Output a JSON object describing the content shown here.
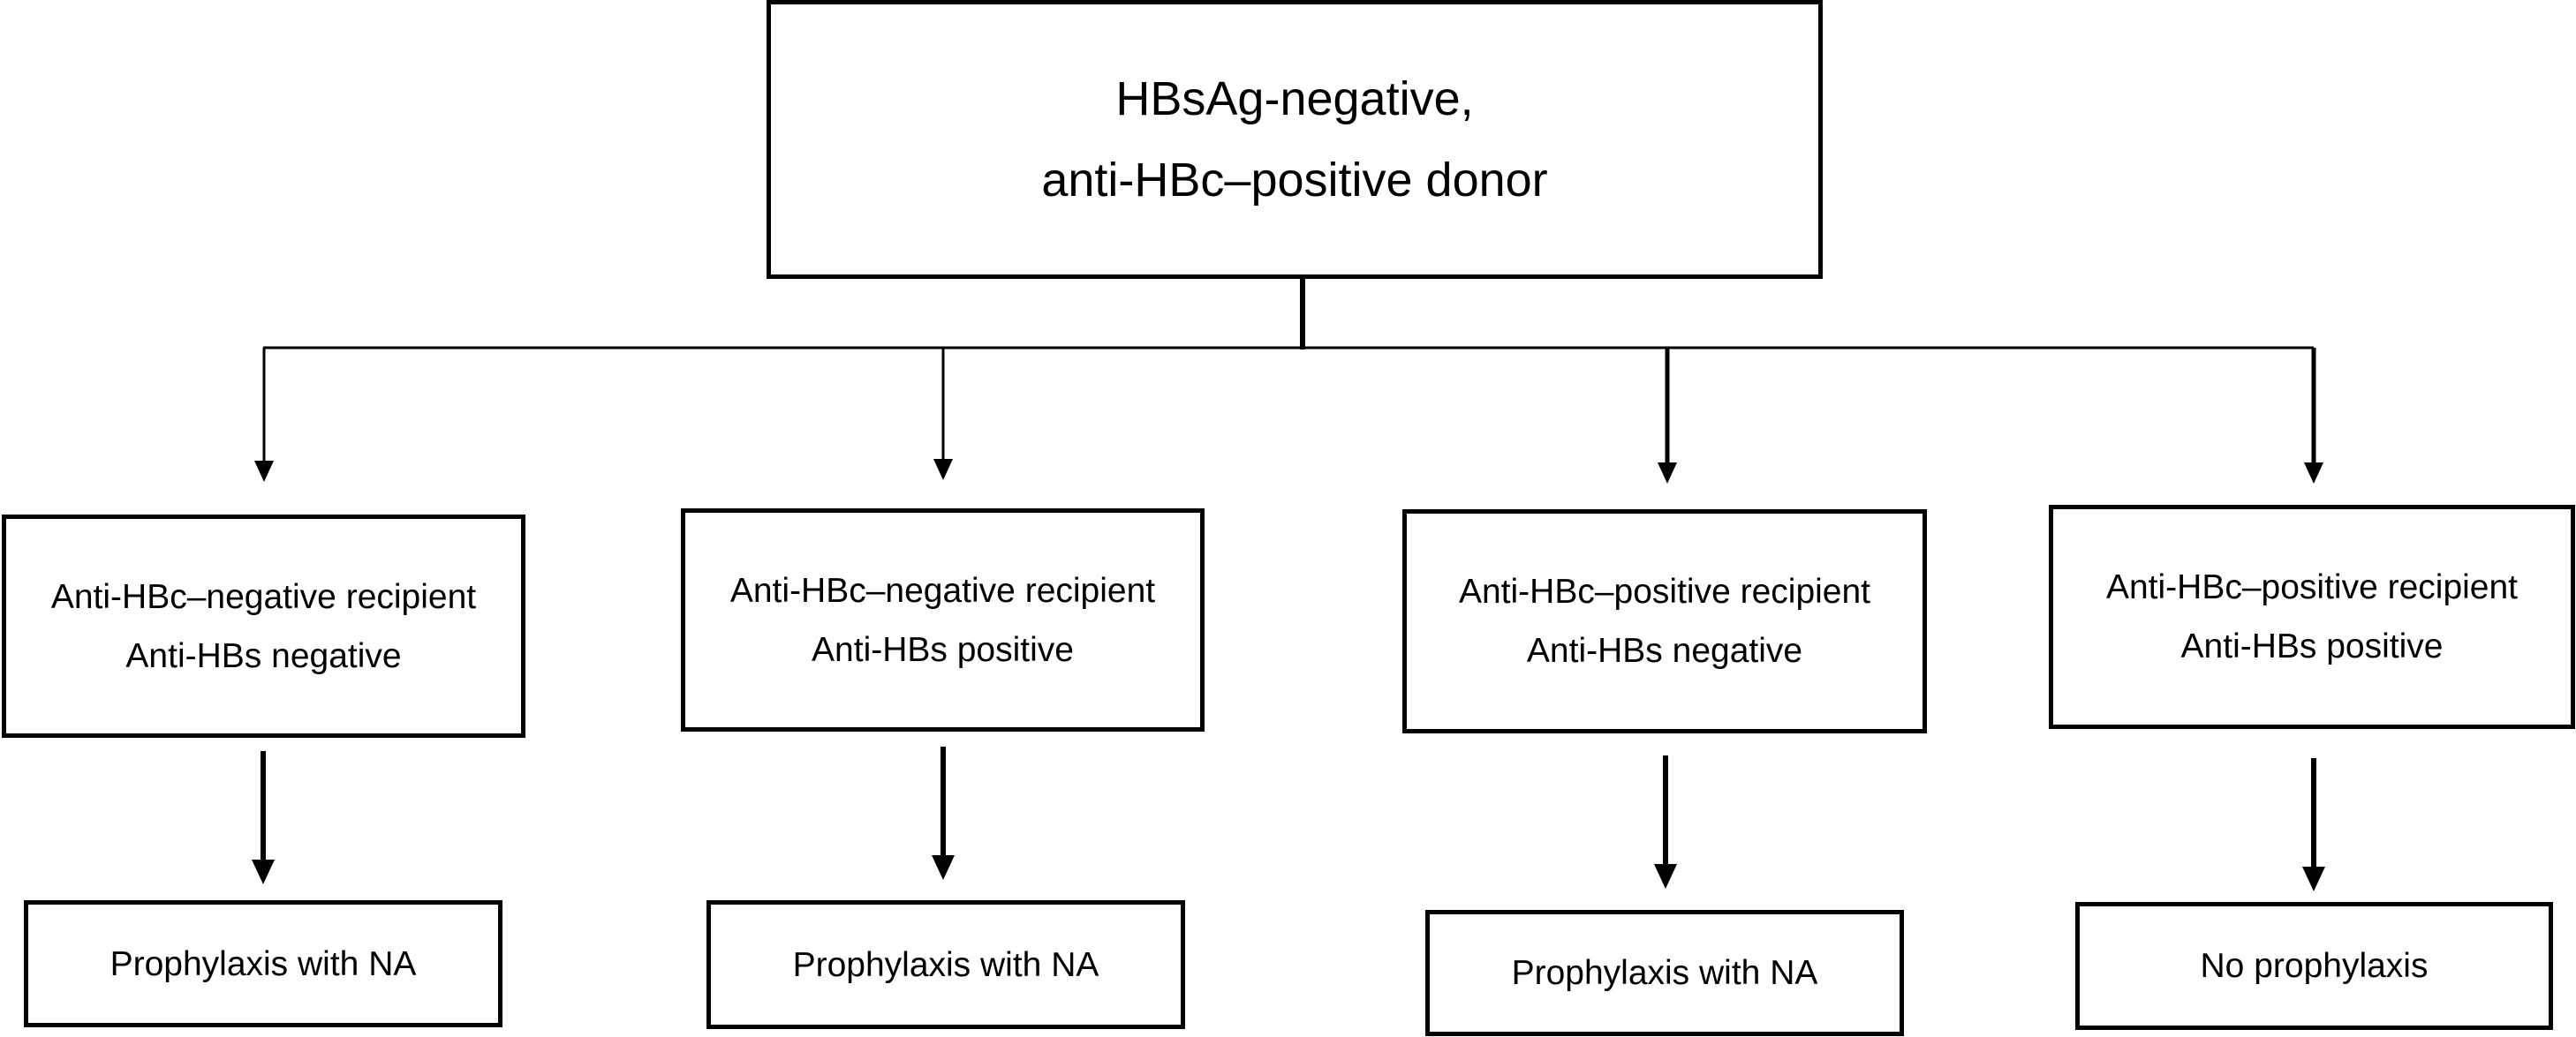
{
  "root": {
    "line1": "HBsAg-negative,",
    "line2": "anti-HBc–positive donor"
  },
  "branches": [
    {
      "recipient_line1": "Anti-HBc–negative recipient",
      "recipient_line2": "Anti-HBs negative",
      "outcome": "Prophylaxis with NA"
    },
    {
      "recipient_line1": "Anti-HBc–negative recipient",
      "recipient_line2": "Anti-HBs positive",
      "outcome": "Prophylaxis with NA"
    },
    {
      "recipient_line1": "Anti-HBc–positive recipient",
      "recipient_line2": "Anti-HBs negative",
      "outcome": "Prophylaxis with NA"
    },
    {
      "recipient_line1": "Anti-HBc–positive recipient",
      "recipient_line2": "Anti-HBs positive",
      "outcome": "No prophylaxis"
    }
  ],
  "colors": {
    "stroke": "#000000",
    "background": "#ffffff"
  }
}
